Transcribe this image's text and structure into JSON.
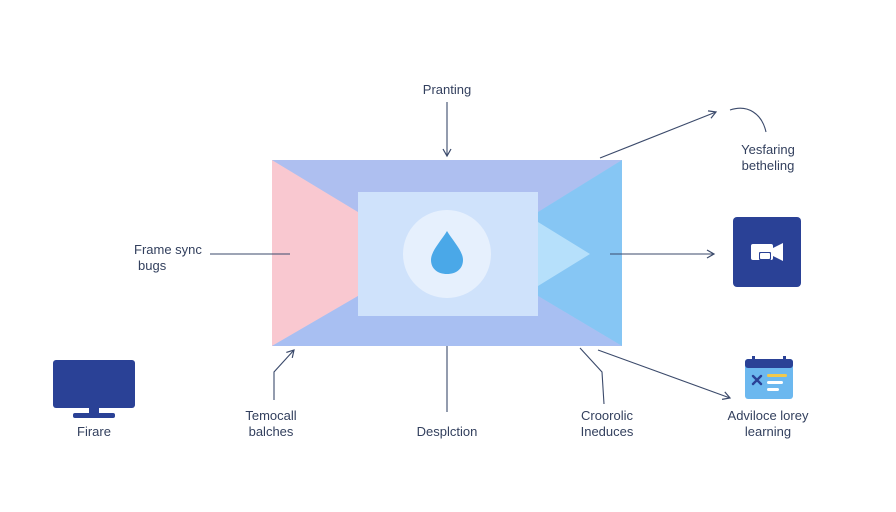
{
  "labels": {
    "top": "Pranting",
    "top_right_line1": "Yesfaring",
    "top_right_line2": "betheling",
    "left_line1": "Frame sync",
    "left_line2": "bugs",
    "bottom_left_icon": "Firare",
    "bottom_2_line1": "Temocall",
    "bottom_2_line2": "balches",
    "bottom_center": "Desplction",
    "bottom_4_line1": "Croorolic",
    "bottom_4_line2": "Ineduces",
    "bottom_right_line1": "Adviloce lorey",
    "bottom_right_line2": "learning"
  },
  "icons": {
    "center": "water-drop-icon",
    "right": "video-camera-icon",
    "bottom_left": "monitor-icon",
    "bottom_right": "calendar-icon"
  },
  "colors": {
    "navy": "#2a4196",
    "pink": "#f9c6cf",
    "blue_light": "#a9c6f5",
    "sky": "#7fc4f3",
    "drop": "#4aa8e8",
    "line": "#3b4a6b"
  }
}
